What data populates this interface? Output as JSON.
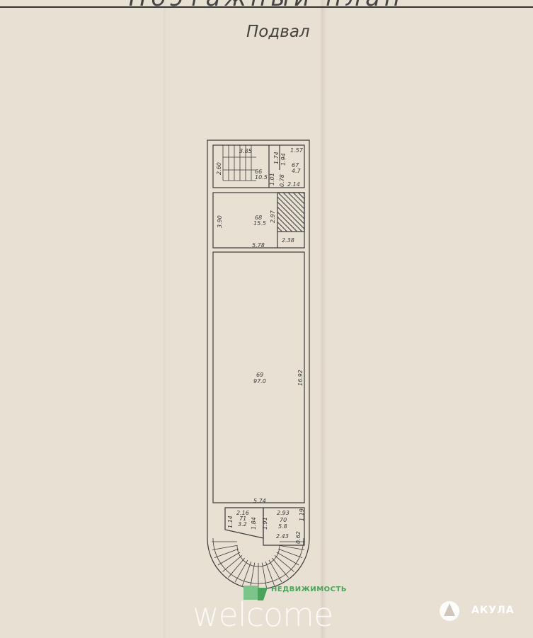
{
  "header": {
    "title": "Поэтажный план",
    "floor": "Подвал"
  },
  "rooms": {
    "stair": {
      "number": "66",
      "area": "10.5"
    },
    "small": {
      "number": "67",
      "area": "4.7"
    },
    "storage": {
      "number": "68",
      "area": "15.5"
    },
    "main": {
      "number": "69",
      "area": "97.0"
    },
    "bottom_right": {
      "number": "70",
      "area": "5.8"
    },
    "bottom_left": {
      "number": "71",
      "area": "3.2"
    }
  },
  "dimensions": {
    "d1": "3.85",
    "d2": "2.60",
    "d3": "1.01",
    "d4": "1.74",
    "d5": "1.94",
    "d6": "1.57",
    "d7": "0.78",
    "d8": "2.14",
    "d9": "3.90",
    "d10": "2.97",
    "d11": "2.38",
    "d12": "5.78",
    "d13": "16.92",
    "d14": "5.74",
    "d15": "2.16",
    "d16": "1.14",
    "d17": "1.84",
    "d18": "1.91",
    "d19": "2.93",
    "d20": "1.19",
    "d21": "0.62",
    "d22": "2.43"
  },
  "watermarks": {
    "brand1_tag": "НЕДВИЖИМОСТЬ",
    "brand1": "welcome",
    "brand2": "АКУЛА"
  },
  "colors": {
    "paper": "#e8e0d3",
    "ink": "#3a3a3a",
    "green": "#4aa35a"
  }
}
